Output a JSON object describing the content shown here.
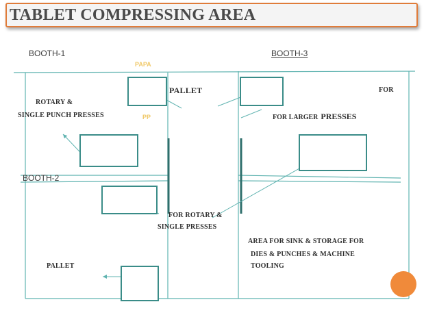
{
  "title": "TABLET COMPRESSING AREA",
  "booths": {
    "booth1": "BOOTH-1",
    "booth2": "BOOTH-2",
    "booth3": "BOOTH-3"
  },
  "labels": {
    "papa": "PAPA",
    "pallet_top": "PALLET",
    "for_top_right": "FOR",
    "rotary": "ROTARY &",
    "single_punch": "SINGLE PUNCH PRESSES",
    "pp": "PP",
    "larger_presses_prefix": "FOR  LARGER",
    "larger_presses_word": "PRESSES",
    "for_rotary": "FOR ROTARY &",
    "single_presses": "SINGLE PRESSES",
    "sink_line1": "AREA FOR SINK & STORAGE FOR",
    "sink_line2": "DIES & PUNCHES &  MACHINE",
    "sink_line3": "TOOLING",
    "pallet_bottom": "PALLET"
  },
  "colors": {
    "line": "#5fb3b0",
    "box_border": "#3a8c88",
    "divider": "#2f6f6c",
    "title_border": "#e07c3a",
    "accent_circle": "#f08a3a"
  }
}
